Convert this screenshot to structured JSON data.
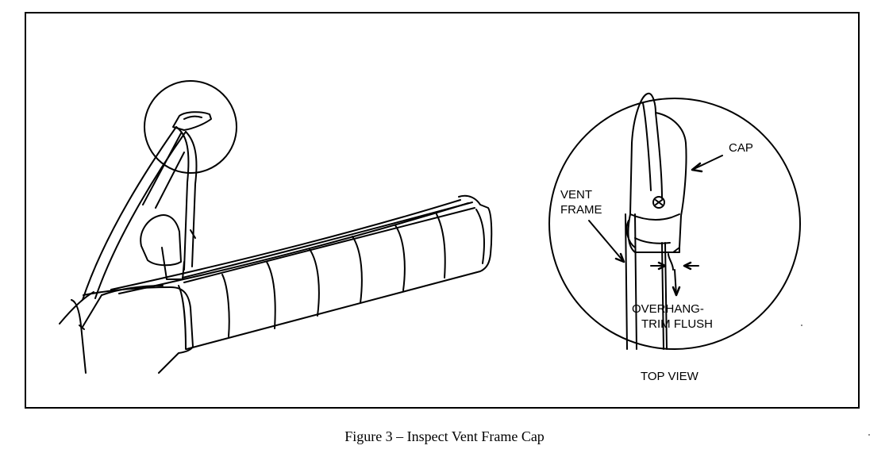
{
  "labels": {
    "cap": "CAP",
    "vent_frame": [
      "VENT",
      "FRAME"
    ],
    "overhang": [
      "OVERHANG-",
      "TRIM FLUSH"
    ],
    "top_view": "TOP VIEW"
  },
  "caption": "Figure 3 – Inspect Vent Frame Cap"
}
